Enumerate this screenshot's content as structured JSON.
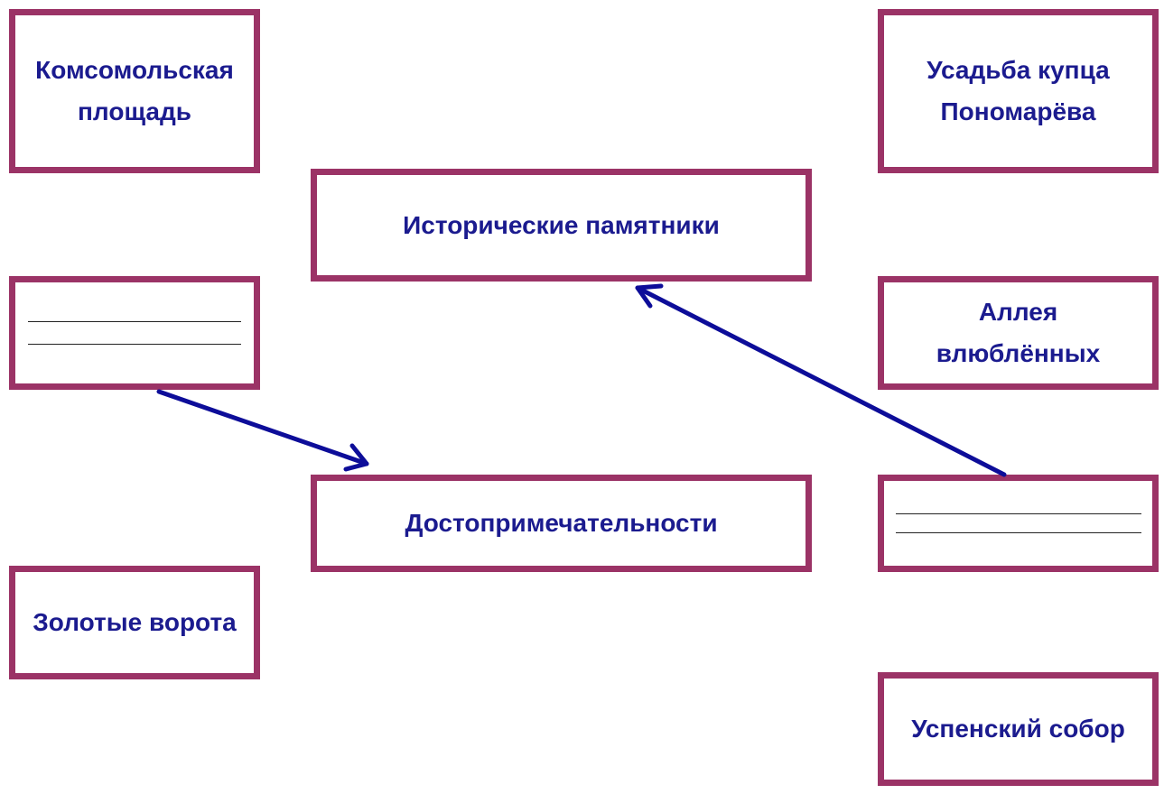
{
  "colors": {
    "border": "#9b3366",
    "text": "#1b1b8f",
    "arrow": "#0d0d99"
  },
  "boxes": {
    "komsomolskaya": {
      "lines": [
        "Комсомольская",
        "площадь"
      ]
    },
    "usadba": {
      "lines": [
        "Усадьба купца",
        "Пономарёва"
      ]
    },
    "historical": {
      "lines": [
        "Исторические памятники"
      ]
    },
    "alleya": {
      "lines": [
        "Аллея",
        "влюблённых"
      ]
    },
    "dostoprim": {
      "lines": [
        "Достопримечательности"
      ]
    },
    "zolotye": {
      "lines": [
        "Золотые ворота"
      ]
    },
    "uspensky": {
      "lines": [
        "Успенский собор"
      ]
    }
  },
  "arrows": [
    {
      "from": "blank-left",
      "to": "dostoprim"
    },
    {
      "from": "blank-right",
      "to": "historical"
    }
  ]
}
